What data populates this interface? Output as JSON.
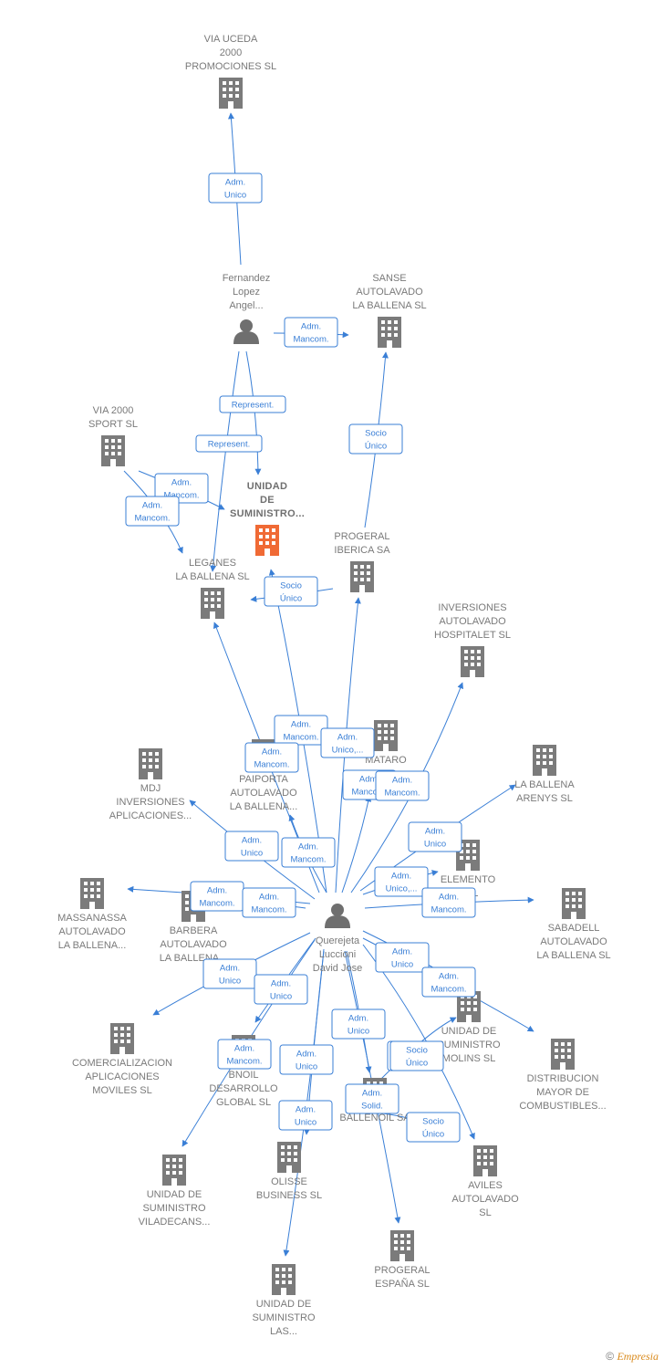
{
  "colors": {
    "edge": "#3a7fd6",
    "company": "#7b7b7b",
    "focus": "#f06a35",
    "person": "#6f6f6f",
    "text": "#7a7a7a"
  },
  "nodes": [
    {
      "id": "via_uceda",
      "type": "company",
      "label": [
        "VIA UCEDA",
        "2000",
        "PROMOCIONES SL"
      ]
    },
    {
      "id": "fernandez",
      "type": "person",
      "label": [
        "Fernandez",
        "Lopez",
        "Angel..."
      ]
    },
    {
      "id": "sanse",
      "type": "company",
      "label": [
        "SANSE",
        "AUTOLAVADO",
        "LA BALLENA SL"
      ]
    },
    {
      "id": "via2000",
      "type": "company",
      "label": [
        "VIA 2000",
        "SPORT  SL"
      ]
    },
    {
      "id": "unidad_sum",
      "type": "focus",
      "label": [
        "UNIDAD",
        "DE",
        "SUMINISTRO..."
      ]
    },
    {
      "id": "progeral_iberica",
      "type": "company",
      "label": [
        "PROGERAL",
        "IBERICA SA"
      ]
    },
    {
      "id": "leganes",
      "type": "company",
      "label": [
        "LEGANES",
        "LA BALLENA SL"
      ]
    },
    {
      "id": "inv_hospitalet",
      "type": "company",
      "label": [
        "INVERSIONES",
        "AUTOLAVADO",
        "HOSPITALET SL"
      ]
    },
    {
      "id": "mataro",
      "type": "company",
      "label": [
        "MATARO",
        "AUTO...",
        "LA BA..."
      ]
    },
    {
      "id": "la_ballena_arenys",
      "type": "company",
      "label": [
        "LA BALLENA",
        "ARENYS SL"
      ]
    },
    {
      "id": "mdj",
      "type": "company",
      "label": [
        "MDJ",
        "INVERSIONES",
        "APLICACIONES..."
      ]
    },
    {
      "id": "paiporta",
      "type": "company",
      "label": [
        "PAIPORTA",
        "AUTOLAVADO",
        "LA BALLENA..."
      ]
    },
    {
      "id": "elemento",
      "type": "company",
      "label": [
        "ELEMENTO",
        "...SL"
      ]
    },
    {
      "id": "massanassa",
      "type": "company",
      "label": [
        "MASSANASSA",
        "AUTOLAVADO",
        "LA BALLENA..."
      ]
    },
    {
      "id": "barbera",
      "type": "company",
      "label": [
        "BARBERA",
        "AUTOLAVADO",
        "LA BALLENA..."
      ]
    },
    {
      "id": "sabadell",
      "type": "company",
      "label": [
        "SABADELL",
        "AUTOLAVADO",
        "LA BALLENA SL"
      ]
    },
    {
      "id": "querejeta",
      "type": "person",
      "label": [
        "Querejeta",
        "Luccioni",
        "David Jose"
      ]
    },
    {
      "id": "molins",
      "type": "company",
      "label": [
        "UNIDAD DE",
        "SUMINISTRO",
        "MOLINS SL"
      ]
    },
    {
      "id": "comercializacion",
      "type": "company",
      "label": [
        "COMERCIALIZACION",
        "APLICACIONES",
        "MOVILES  SL"
      ]
    },
    {
      "id": "bnoil",
      "type": "company",
      "label": [
        "BNOIL",
        "DESARROLLO",
        "GLOBAL  SL"
      ]
    },
    {
      "id": "distribucion",
      "type": "company",
      "label": [
        "DISTRIBUCION",
        "MAYOR DE",
        "COMBUSTIBLES..."
      ]
    },
    {
      "id": "ballenoil",
      "type": "company",
      "label": [
        "BALLENOIL SA"
      ]
    },
    {
      "id": "viladecans",
      "type": "company",
      "label": [
        "UNIDAD DE",
        "SUMINISTRO",
        "VILADECANS..."
      ]
    },
    {
      "id": "olisse",
      "type": "company",
      "label": [
        "OLISSE",
        "BUSINESS  SL"
      ]
    },
    {
      "id": "aviles",
      "type": "company",
      "label": [
        "AVILES",
        "AUTOLAVADO",
        "SL"
      ]
    },
    {
      "id": "progeral_espana",
      "type": "company",
      "label": [
        "PROGERAL",
        "ESPAÑA SL"
      ]
    },
    {
      "id": "las",
      "type": "company",
      "label": [
        "UNIDAD DE",
        "SUMINISTRO",
        "LAS..."
      ]
    }
  ],
  "edges": [
    {
      "from": "fernandez",
      "to": "via_uceda",
      "label": [
        "Adm.",
        "Unico"
      ]
    },
    {
      "from": "fernandez",
      "to": "sanse",
      "label": [
        "Adm.",
        "Mancom."
      ]
    },
    {
      "from": "fernandez",
      "to": "unidad_sum",
      "label": [
        "Represent."
      ]
    },
    {
      "from": "fernandez",
      "to": "leganes",
      "label": [
        "Represent."
      ]
    },
    {
      "from": "via2000",
      "to": "unidad_sum",
      "label": [
        "Adm.",
        "Mancom."
      ]
    },
    {
      "from": "via2000",
      "to": "leganes",
      "label": [
        "Adm.",
        "Mancom."
      ]
    },
    {
      "from": "progeral_iberica",
      "to": "sanse",
      "label": [
        "Socio",
        "Único"
      ]
    },
    {
      "from": "progeral_iberica",
      "to": "leganes",
      "label": [
        "Socio",
        "Único"
      ]
    },
    {
      "from": "querejeta",
      "to": "unidad_sum",
      "label": [
        "Adm.",
        "Mancom."
      ]
    },
    {
      "from": "querejeta",
      "to": "leganes",
      "label": [
        "Adm.",
        "Mancom."
      ]
    },
    {
      "from": "querejeta",
      "to": "progeral_iberica",
      "label": [
        "Adm.",
        "Unico,..."
      ]
    },
    {
      "from": "querejeta",
      "to": "mataro",
      "label": [
        "Adm.",
        "Mancom."
      ]
    },
    {
      "from": "querejeta",
      "to": "inv_hospitalet",
      "label": [
        "Adm.",
        "Mancom."
      ]
    },
    {
      "from": "querejeta",
      "to": "la_ballena_arenys",
      "label": [
        "Adm.",
        "Unico"
      ]
    },
    {
      "from": "querejeta",
      "to": "mdj",
      "label": [
        "Adm.",
        "Unico"
      ]
    },
    {
      "from": "querejeta",
      "to": "paiporta",
      "label": [
        "Adm.",
        "Mancom."
      ]
    },
    {
      "from": "querejeta",
      "to": "elemento",
      "label": [
        "Adm.",
        "Unico,..."
      ]
    },
    {
      "from": "querejeta",
      "to": "sabadell",
      "label": [
        "Adm.",
        "Mancom."
      ]
    },
    {
      "from": "querejeta",
      "to": "massanassa",
      "label": [
        "Adm.",
        "Mancom."
      ]
    },
    {
      "from": "querejeta",
      "to": "barbera",
      "label": [
        "Adm.",
        "Mancom."
      ]
    },
    {
      "from": "querejeta",
      "to": "comercializacion",
      "label": [
        "Adm.",
        "Unico"
      ]
    },
    {
      "from": "querejeta",
      "to": "bnoil",
      "label": [
        "Adm.",
        "Unico"
      ]
    },
    {
      "from": "querejeta",
      "to": "viladecans",
      "label": [
        "Adm.",
        "Mancom."
      ]
    },
    {
      "from": "querejeta",
      "to": "olisse",
      "label": [
        "Adm.",
        "Unico"
      ]
    },
    {
      "from": "querejeta",
      "to": "molins",
      "label": [
        "Adm.",
        "Unico"
      ]
    },
    {
      "from": "querejeta",
      "to": "distribucion",
      "label": [
        "Adm.",
        "Mancom."
      ]
    },
    {
      "from": "querejeta",
      "to": "ballenoil",
      "label": [
        "Adm.",
        "Unico"
      ]
    },
    {
      "from": "querejeta",
      "to": "las",
      "label": [
        "Adm.",
        "Unico"
      ]
    },
    {
      "from": "querejeta",
      "to": "progeral_espana",
      "label": [
        "Adm.",
        "Solid."
      ]
    },
    {
      "from": "querejeta",
      "to": "aviles",
      "label": [
        "Socio",
        "Único"
      ]
    },
    {
      "from": "ballenoil",
      "to": "molins",
      "label": [
        "Socio",
        "Único"
      ]
    },
    {
      "from": "ballenoil",
      "to": "progeral_espana",
      "label": [
        "Socio",
        "Único"
      ]
    }
  ],
  "footer": {
    "symbol": "©",
    "brand": "Empresia"
  }
}
